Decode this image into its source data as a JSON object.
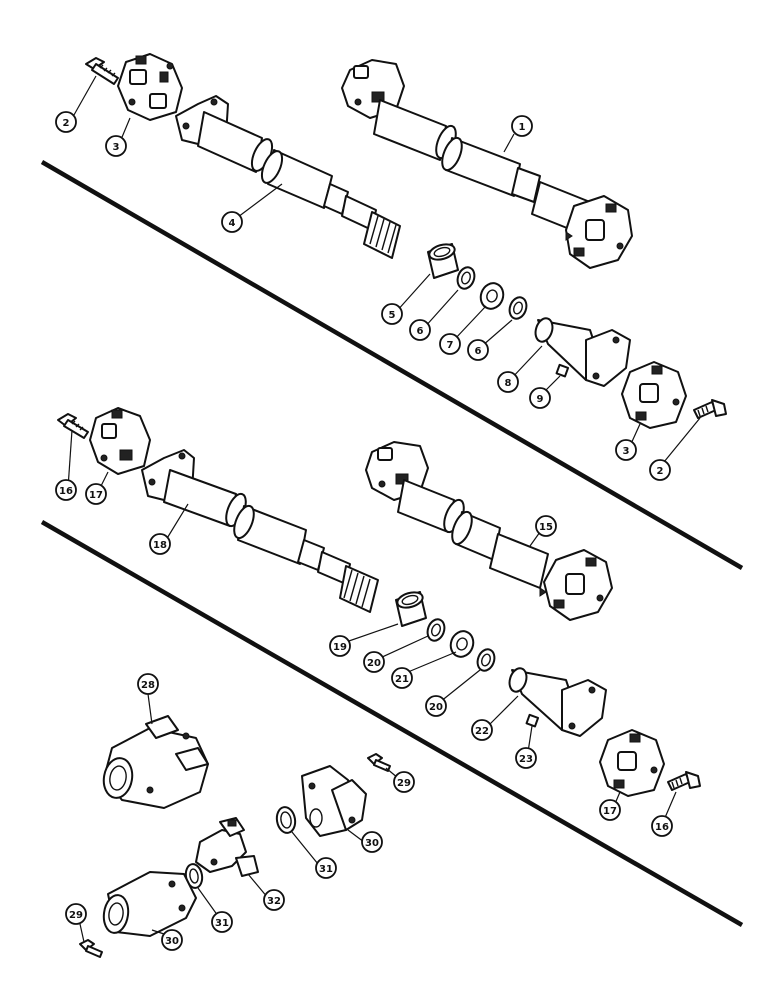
{
  "callouts": [
    {
      "id": "c1",
      "label": "1"
    },
    {
      "id": "c2a",
      "label": "2"
    },
    {
      "id": "c2b",
      "label": "2"
    },
    {
      "id": "c3a",
      "label": "3"
    },
    {
      "id": "c3b",
      "label": "3"
    },
    {
      "id": "c4",
      "label": "4"
    },
    {
      "id": "c5",
      "label": "5"
    },
    {
      "id": "c6a",
      "label": "6"
    },
    {
      "id": "c6b",
      "label": "6"
    },
    {
      "id": "c7",
      "label": "7"
    },
    {
      "id": "c8",
      "label": "8"
    },
    {
      "id": "c9",
      "label": "9"
    },
    {
      "id": "c15",
      "label": "15"
    },
    {
      "id": "c16a",
      "label": "16"
    },
    {
      "id": "c16b",
      "label": "16"
    },
    {
      "id": "c17a",
      "label": "17"
    },
    {
      "id": "c17b",
      "label": "17"
    },
    {
      "id": "c18",
      "label": "18"
    },
    {
      "id": "c19",
      "label": "19"
    },
    {
      "id": "c20a",
      "label": "20"
    },
    {
      "id": "c20b",
      "label": "20"
    },
    {
      "id": "c21",
      "label": "21"
    },
    {
      "id": "c22",
      "label": "22"
    },
    {
      "id": "c23",
      "label": "23"
    },
    {
      "id": "c28",
      "label": "28"
    },
    {
      "id": "c29a",
      "label": "29"
    },
    {
      "id": "c29b",
      "label": "29"
    },
    {
      "id": "c30a",
      "label": "30"
    },
    {
      "id": "c30b",
      "label": "30"
    },
    {
      "id": "c31a",
      "label": "31"
    },
    {
      "id": "c31b",
      "label": "31"
    },
    {
      "id": "c32",
      "label": "32"
    }
  ]
}
